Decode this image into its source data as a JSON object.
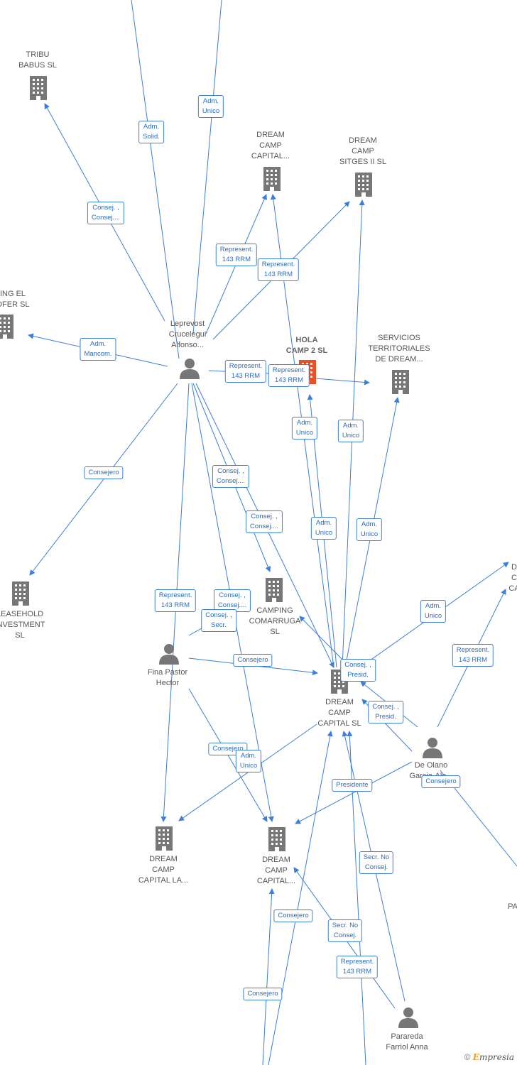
{
  "colors": {
    "edge": "#3d7fd6",
    "company_icon": "#777777",
    "main_company_icon": "#e8502a",
    "person_icon": "#777777",
    "badge_text": "#2b6cc4"
  },
  "nodes": {
    "tribu_babus": {
      "label": "TRIBU\nBABUS  SL",
      "icon": "building-icon"
    },
    "dream_camp_capital_top": {
      "label": "DREAM\nCAMP\nCAPITAL...",
      "icon": "building-icon"
    },
    "dream_camp_sitges": {
      "label": "DREAM\nCAMP\nSITGES II  SL",
      "icon": "building-icon"
    },
    "camping_el_sofer": {
      "label": "ING EL\nOFER SL",
      "icon": "building-icon"
    },
    "hola_camp_2": {
      "label": "HOLA\nCAMP 2  SL",
      "icon": "building-icon"
    },
    "servicios_territoriales": {
      "label": "SERVICIOS\nTERRITORIALES\nDE DREAM...",
      "icon": "building-icon"
    },
    "leprevost": {
      "label": "Leprevost\nCrucelegui\nAlfonso...",
      "icon": "person-icon"
    },
    "leasehold": {
      "label": "LEASEHOLD\nINVESTMENT\nSL",
      "icon": "building-icon"
    },
    "camping_comarruga": {
      "label": "CAMPING\nCOMARRUGA\nSL",
      "icon": "building-icon"
    },
    "fina_pastor": {
      "label": "Fina Pastor\nHector",
      "icon": "person-icon"
    },
    "dream_camp_capital_sl": {
      "label": "DREAM\nCAMP\nCAPITAL  SL",
      "icon": "building-icon"
    },
    "de_olano": {
      "label": "De Olano\nGarcia-Ale...",
      "icon": "person-icon"
    },
    "dream_camp_capital_la": {
      "label": "DREAM\nCAMP\nCAPITAL LA...",
      "icon": "building-icon"
    },
    "dream_camp_capital_bottom": {
      "label": "DREAM\nCAMP\nCAPITAL...",
      "icon": "building-icon"
    },
    "parareda": {
      "label": "Parareda\nFarriol Anna",
      "icon": "person-icon"
    },
    "right_edge_top": {
      "label": "D\nC\nCA",
      "icon": "building-icon"
    },
    "right_edge_bottom": {
      "label": "PA",
      "icon": "building-icon"
    }
  },
  "badges": {
    "b1": "Adm.\nUnico",
    "b2": "Adm.\nSolid.",
    "b3": "Consej. ,\nConsej....",
    "b4": "Represent.\n143 RRM",
    "b5": "Represent.\n143 RRM",
    "b6": "Adm.\nMancom.",
    "b7": "Represent.\n143 RRM",
    "b8": "Represent.\n143 RRM",
    "b9": "Adm.\nUnico",
    "b10": "Adm.\nUnico",
    "b11": "Consejero",
    "b12": "Consej. ,\nConsej....",
    "b13": "Consej. ,\nConsej....",
    "b14": "Adm.\nUnico",
    "b15": "Adm.\nUnico",
    "b16": "Represent.\n143 RRM",
    "b17": "Consej. ,\nConsej....",
    "b18": "Consej. ,\nSecr.",
    "b19": "Adm.\nUnico",
    "b20": "Represent.\n143 RRM",
    "b21": "Consejero",
    "b22": "Consej. ,\nPresid.",
    "b23": "Consej. ,\nPresid.",
    "b24": "Consejero",
    "b25": "Adm.\nUnico",
    "b26": "Presidente",
    "b27": "Consejero",
    "b28": "Secr.  No\nConsej.",
    "b29": "Consejero",
    "b30": "Secr.  No\nConsej.",
    "b31": "Represent.\n143 RRM",
    "b32": "Consejero"
  },
  "footer": {
    "copyright": "©",
    "brand_initial": "E",
    "brand_rest": "mpresia"
  }
}
